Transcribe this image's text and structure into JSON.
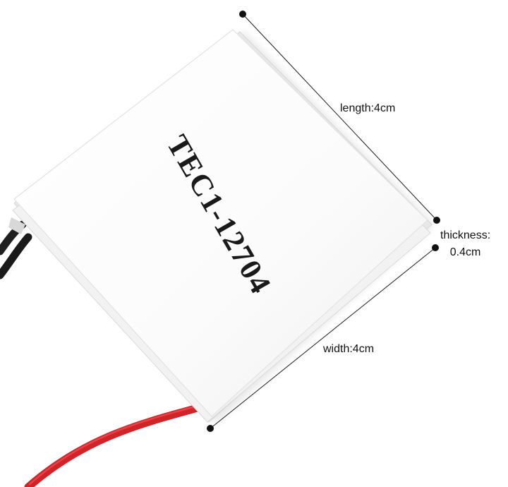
{
  "product": {
    "model_marking": "TEC1-12704"
  },
  "dimensions": {
    "length": "length:4cm",
    "width": "width:4cm",
    "thickness_line1": "thickness:",
    "thickness_line2": "0.4cm"
  },
  "colors": {
    "background": "#ffffff",
    "ceramic_plate": "#fafafa",
    "plate_edge": "#e4e4e4",
    "red_wire": "#d4242a",
    "black_wire": "#222222",
    "dimension_line": "#1a1a1a"
  }
}
